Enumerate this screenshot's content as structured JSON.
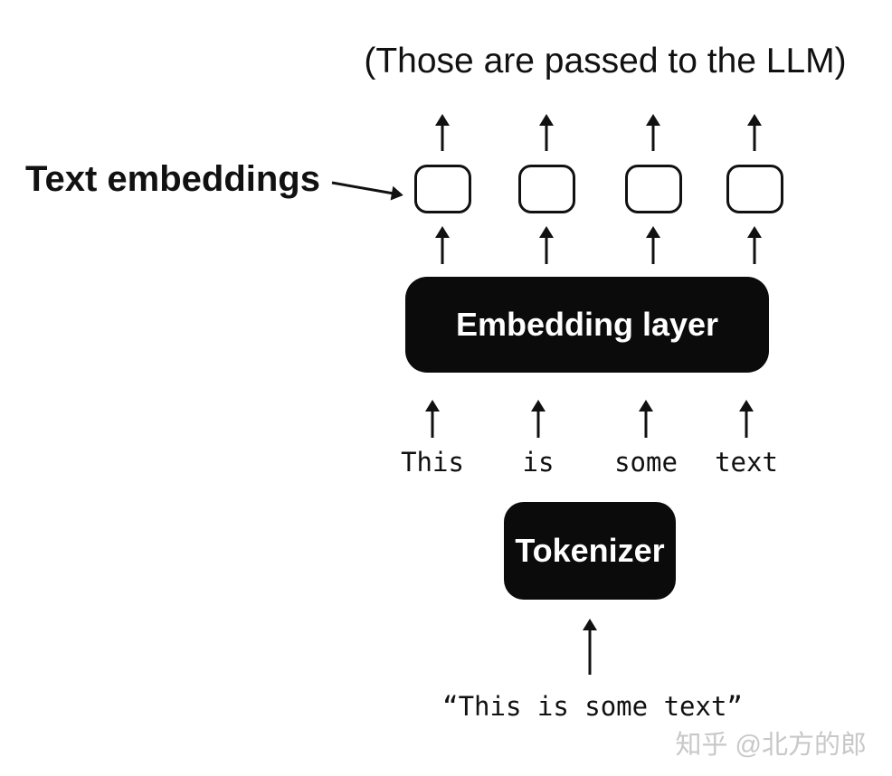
{
  "title": "(Those are passed to the LLM)",
  "text_embeddings_label": "Text embeddings",
  "embedding_layer": {
    "label": "Embedding layer"
  },
  "tokenizer": {
    "label": "Tokenizer"
  },
  "tokens": [
    "This",
    "is",
    "some",
    "text"
  ],
  "input_text": "“This is some text”",
  "watermark": "知乎 @北方的郎",
  "colors": {
    "background": "#ffffff",
    "stroke": "#111111",
    "box_fill": "#0b0b0b",
    "box_text": "#ffffff",
    "watermark": "#c8c8c8"
  }
}
